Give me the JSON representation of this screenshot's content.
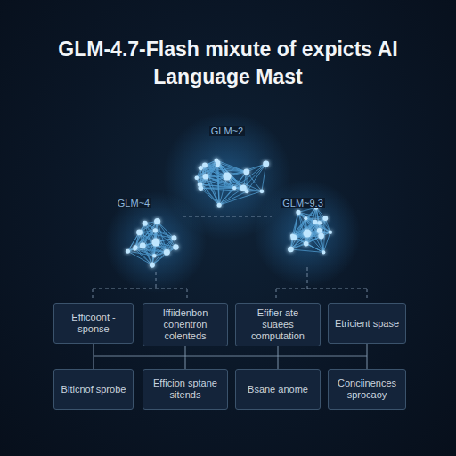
{
  "diagram": {
    "title": "GLM-4.7-Flash mixute of expicts AI Language Mast",
    "nodes": [
      {
        "text": [
          "Efficoont - sponse"
        ]
      },
      {
        "text": [
          "Iffiidenbon conentron colenteds"
        ]
      },
      {
        "text": [
          "Efifier ate suaees computation"
        ]
      },
      {
        "text": [
          "Etricient spase"
        ]
      },
      {
        "text": [
          "Biticnof sprobe"
        ]
      },
      {
        "text": [
          "Efficion sptane sitends"
        ]
      },
      {
        "text": [
          "Bsane anome"
        ]
      },
      {
        "text": [
          "Conciinences sprocaoy"
        ]
      }
    ],
    "edges": [
      {
        "from": 0,
        "to": 4,
        "arrow": "none"
      },
      {
        "from": 1,
        "to": 5,
        "arrow": "none"
      },
      {
        "from": 2,
        "to": 6,
        "arrow": "none"
      },
      {
        "from": 3,
        "to": 7,
        "arrow": "none"
      }
    ],
    "labels": [
      "GLM~2",
      "GLM~4",
      "GLM~9.3"
    ]
  }
}
